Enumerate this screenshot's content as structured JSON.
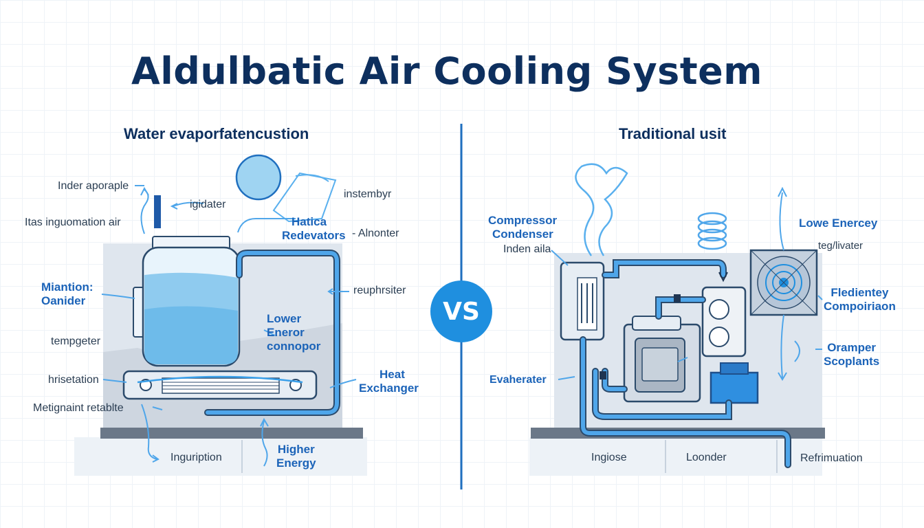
{
  "title": "Aldulbatic Air Cooling System",
  "left_panel": {
    "heading": "Water evaporfatencustion",
    "labels": {
      "inder_aporaple": "Inder aporaple",
      "igidater": "igidater",
      "itas_air": "Itas inguomation air",
      "instembyr": "instembyr",
      "hatica": "Hatica",
      "redevators": "Redevators",
      "alnonter": "- Alnonter",
      "miantion_line1": "Miantion:",
      "miantion_line2": "Oanider",
      "reuphrsiter": "reuphrsiter",
      "lower_line1": "Lower",
      "lower_line2": "Eneror",
      "lower_line3": "connopor",
      "tempgeter": "tempgeter",
      "hrisetation": "hrisetation",
      "heat_line1": "Heat",
      "heat_line2": "Exchanger",
      "metignaint": "Metignaint retablte",
      "inguription": "Inguription",
      "higher_line1": "Higher",
      "higher_line2": "Energy"
    }
  },
  "vs_label": "VS",
  "right_panel": {
    "heading": "Traditional usit",
    "labels": {
      "compressor": "Compressor",
      "condenser": "Condenser",
      "inden_aila": "Inden aila",
      "lowe_energy": "Lowe Enercey",
      "teg_livater": "teg/livater",
      "fledientey": "Fledientey",
      "compoiriaon": "Compoiriaon",
      "oramper": "Oramper",
      "scoplants": "Scoplants",
      "evaherater": "Evaherater",
      "ingiose": "Ingiose",
      "loonder": "Loonder",
      "refrimuation": "Refrimuation"
    }
  },
  "colors": {
    "navy": "#0d2f5e",
    "accent_blue": "#1f8fdf",
    "pipe_blue": "#2f8fe0",
    "water_blue": "#9fd4f2",
    "panel_gray": "#dde4ec"
  }
}
